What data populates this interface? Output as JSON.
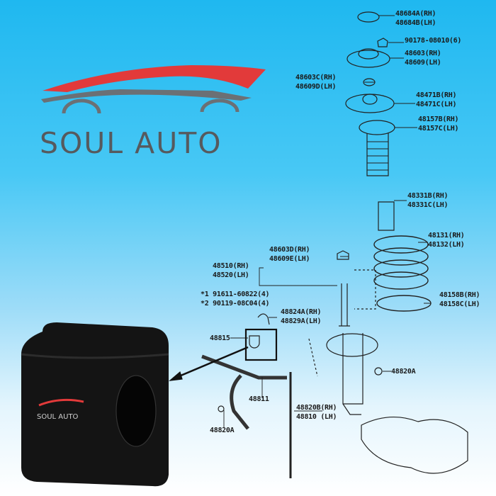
{
  "brand": {
    "name": "SOUL AUTO",
    "accent": "#e23a3a",
    "text_color": "#565a5e"
  },
  "labels": [
    {
      "id": "48684",
      "lines": [
        "48684A(RH)",
        "48684B(LH)"
      ]
    },
    {
      "id": "90178",
      "lines": [
        "90178-08010(6)"
      ]
    },
    {
      "id": "48603",
      "lines": [
        "48603(RH)",
        "48609(LH)"
      ]
    },
    {
      "id": "48603C",
      "lines": [
        "48603C(RH)",
        "48609D(LH)"
      ]
    },
    {
      "id": "48471",
      "lines": [
        "48471B(RH)",
        "48471C(LH)"
      ]
    },
    {
      "id": "48157",
      "lines": [
        "48157B(RH)",
        "48157C(LH)"
      ]
    },
    {
      "id": "48331",
      "lines": [
        "48331B(RH)",
        "48331C(LH)"
      ]
    },
    {
      "id": "48131",
      "lines": [
        "48131(RH)",
        "48132(LH)"
      ]
    },
    {
      "id": "48603D",
      "lines": [
        "48603D(RH)",
        "48609E(LH)"
      ]
    },
    {
      "id": "48510",
      "lines": [
        "48510(RH)",
        "48520(LH)"
      ]
    },
    {
      "id": "bolts",
      "lines": [
        "*1 91611-60822(4)",
        "*2 90119-08C04(4)"
      ]
    },
    {
      "id": "48158",
      "lines": [
        "48158B(RH)",
        "48158C(LH)"
      ]
    },
    {
      "id": "48824",
      "lines": [
        "48824A(RH)",
        "48829A(LH)"
      ]
    },
    {
      "id": "48815",
      "lines": [
        "48815"
      ]
    },
    {
      "id": "48820A-r",
      "lines": [
        "48820A"
      ]
    },
    {
      "id": "48811",
      "lines": [
        "48811"
      ]
    },
    {
      "id": "48820B",
      "lines": [
        "48820B(RH)",
        "48810 (LH)"
      ]
    },
    {
      "id": "48820A-l",
      "lines": [
        "48820A"
      ]
    }
  ]
}
